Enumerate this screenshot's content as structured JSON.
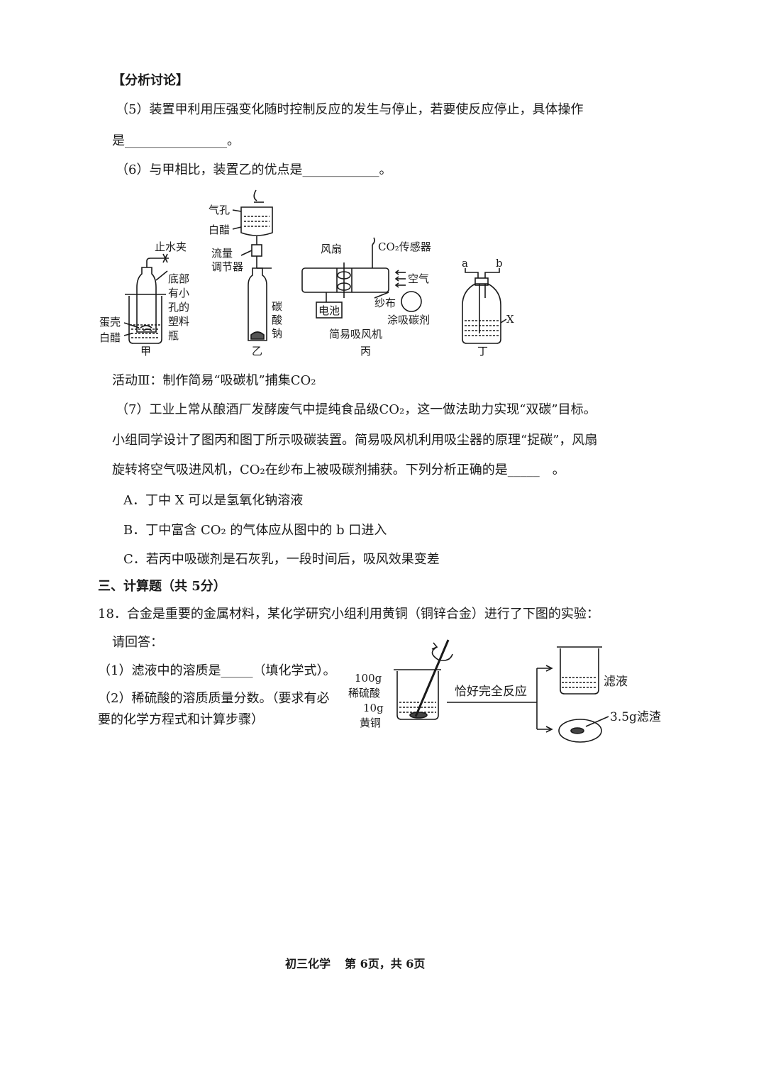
{
  "analysis": {
    "heading": "【分析讨论】",
    "q5_line1": "（5）装置甲利用压强变化随时控制反应的发生与停止，若要使反应停止，具体操作",
    "q5_line2": "是________________。",
    "q6": "（6）与甲相比，装置乙的优点是____________。"
  },
  "figure1": {
    "jia": {
      "clamp": "止水夹",
      "bottle_label": [
        "底部",
        "有小",
        "孔的",
        "塑料",
        "瓶"
      ],
      "eggshell": "蛋壳",
      "vinegar": "白醋",
      "caption": "甲"
    },
    "yi": {
      "air_hole": "气孔",
      "vinegar": "白醋",
      "flow_regulator_1": "流量",
      "flow_regulator_2": "调节器",
      "sodium_carbonate": [
        "碳",
        "酸",
        "钠"
      ],
      "caption": "乙"
    },
    "bing": {
      "fan": "风扇",
      "sensor": "CO₂传感器",
      "air": "空气",
      "battery": "电池",
      "gauze": "纱布",
      "absorbent": "涂吸碳剂",
      "name": "简易吸风机",
      "caption": "丙"
    },
    "ding": {
      "port_a": "a",
      "port_b": "b",
      "liquid": "X",
      "caption": "丁"
    }
  },
  "activity3": {
    "title": "活动Ⅲ：制作简易“吸碳机”捕集CO₂",
    "q7_line1": "（7）工业上常从酿酒厂发酵废气中提纯食品级CO₂，这一做法助力实现“双碳”目标。",
    "q7_line2": "小组同学设计了图丙和图丁所示吸碳装置。简易吸风机利用吸尘器的原理“捉碳”，风扇",
    "q7_line3": "旋转将空气吸进风机，CO₂在纱布上被吸碳剂捕获。下列分析正确的是_____　。",
    "option_a": "A．丁中 X 可以是氢氧化钠溶液",
    "option_b": "B．丁中富含 CO₂ 的气体应从图中的 b 口进入",
    "option_c": "C．若丙中吸碳剂是石灰乳，一段时间后，吸风效果变差"
  },
  "section3": {
    "heading": "三、计算题（共 5分）",
    "q18": "18．合金是重要的金属材料，某化学研究小组利用黄铜（铜锌合金）进行了下图的实验：",
    "prompt": "请回答：",
    "sub1": "（1）滤液中的溶质是_____（填化学式）。",
    "sub2_line1": "（2）稀硫酸的溶质质量分数。（要求有必",
    "sub2_line2": "要的化学方程式和计算步骤）"
  },
  "figure2": {
    "acid_mass": "100g",
    "acid_name": "稀硫酸",
    "alloy_mass": "10g",
    "alloy_name": "黄铜",
    "arrow_label": "恰好完全反应",
    "filtrate": "滤液",
    "residue": "3.5g滤渣"
  },
  "footer": {
    "subject": "初三化学",
    "page": "第 6页，共 6页"
  }
}
